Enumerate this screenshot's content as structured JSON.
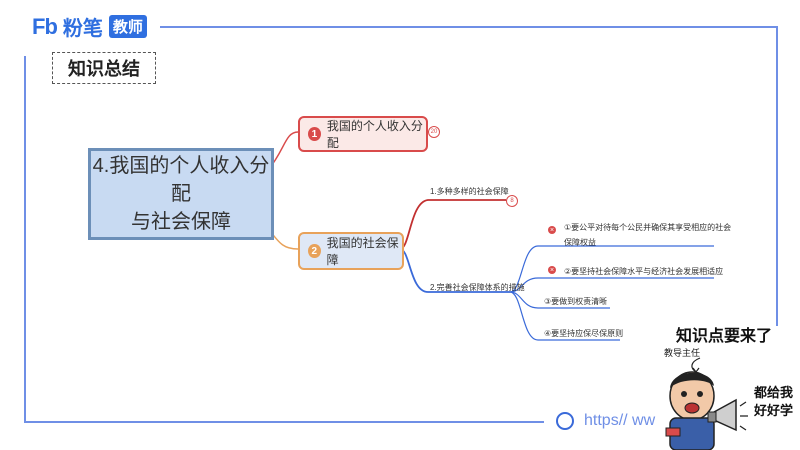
{
  "brand": {
    "mark": "Fb",
    "name": "粉笔",
    "badge": "教师"
  },
  "section_title": "知识总结",
  "mindmap": {
    "root": {
      "line1": "4.我国的个人收入分配",
      "line2": "与社会保障"
    },
    "node1": {
      "number": "1",
      "label": "我国的个人收入分配",
      "counter": "20"
    },
    "node2": {
      "number": "2",
      "label": "我国的社会保障"
    },
    "branch_a": {
      "label": "1.多种多样的社会保障",
      "counter": "8"
    },
    "branch_b": {
      "label": "2.完善社会保障体系的措施"
    },
    "leaves": [
      {
        "line1": "①要公平对待每个公民并确保其享受相应的社会",
        "line2": "保障权益"
      },
      {
        "line1": "②要坚持社会保障水平与经济社会发展相适应",
        "line2": ""
      },
      {
        "line1": "③要做到权责清晰",
        "line2": ""
      },
      {
        "line1": "④要坚持应保尽保原则",
        "line2": ""
      }
    ]
  },
  "footer": {
    "url": "https// ww"
  },
  "mascot": {
    "headline": "知识点要来了",
    "role": "教导主任",
    "speech_line1": "都给我",
    "speech_line2": "好好学"
  },
  "colors": {
    "accent": "#6f8fe6",
    "node1_border": "#d94b4b",
    "node2_border": "#e8a25a",
    "root_fill": "#c8daf2"
  }
}
